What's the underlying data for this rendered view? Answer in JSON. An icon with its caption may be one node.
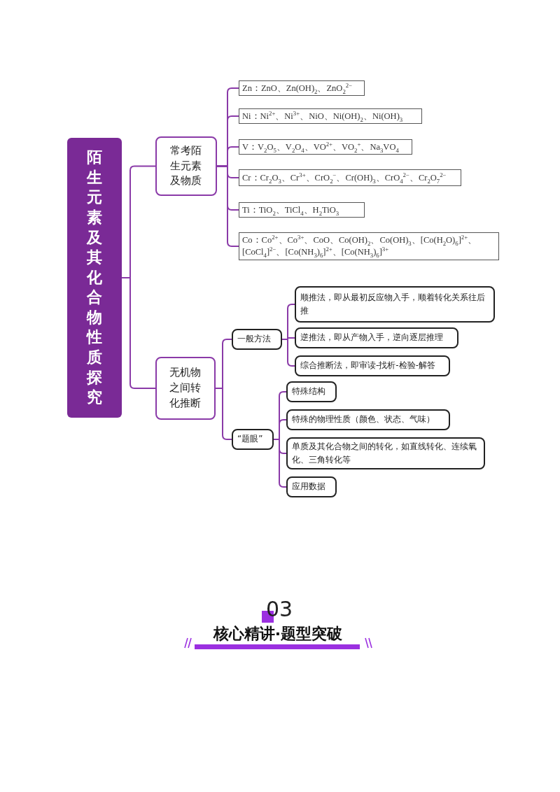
{
  "diagram": {
    "nodes": [
      {
        "text": [
          "陌生元素及其化合物性质探究"
        ]
      },
      {
        "text": [
          "常考陌生元素及物质"
        ]
      },
      {
        "text": [
          "Zn：ZnO、Zn(OH)$_{2}$、ZnO$_{2}$$^{2−}$"
        ]
      },
      {
        "text": [
          "Ni：Ni$^{2+}$、Ni$^{3+}$、NiO、Ni(OH)$_{2}$、Ni(OH)$_{3}$"
        ]
      },
      {
        "text": [
          "V：V$_{2}$O$_{5}$、V$_{2}$O$_{4}$、VO$^{2+}$、VO$_{2}$$^{+}$、Na$_{3}$VO$_{4}$"
        ]
      },
      {
        "text": [
          "Cr：Cr$_{2}$O$_{3}$、Cr$^{3+}$、CrO$_{2}$$^{−}$、Cr(OH)$_{3}$、CrO$_{4}$$^{2−}$、Cr$_{2}$O$_{7}$$^{2−}$"
        ]
      },
      {
        "text": [
          "Ti：TiO$_{2}$、TiCl$_{4}$、H$_{2}$TiO$_{3}$"
        ]
      },
      {
        "text": [
          "Co：Co$^{2+}$、Co$^{3+}$、CoO、Co(OH)$_{2}$、Co(OH)$_{3}$、[Co(H$_{2}$O)$_{6}$]$^{2+}$、[CoCl$_{4}$]$^{2−}$、[Co(NH$_{3}$)$_{6}$]$^{2+}$、[Co(NH$_{3}$)$_{6}$]$^{3+}$"
        ]
      },
      {
        "text": [
          "无机物之间转化推断"
        ]
      },
      {
        "text": [
          "一般方法"
        ]
      },
      {
        "text": [
          "顺推法，即从最初反应物入手，顺着转化关系往后推"
        ]
      },
      {
        "text": [
          "逆推法，即从产物入手，逆向逐层推理"
        ]
      },
      {
        "text": [
          "综合推断法，即审读-找析-检验-解答"
        ]
      },
      {
        "text": [
          "“题眼”"
        ]
      },
      {
        "text": [
          "特殊结构"
        ]
      },
      {
        "text": [
          "特殊的物理性质（颜色、状态、气味）"
        ]
      },
      {
        "text": [
          "单质及其化合物之间的转化，如直线转化、连续氧化、三角转化等"
        ]
      },
      {
        "text": [
          "应用数据"
        ]
      }
    ],
    "edges": [
      {
        "from": 0,
        "to": 1,
        "arrow": "none"
      },
      {
        "from": 0,
        "to": 8,
        "arrow": "none"
      },
      {
        "from": 1,
        "to": 2,
        "arrow": "none"
      },
      {
        "from": 1,
        "to": 3,
        "arrow": "none"
      },
      {
        "from": 1,
        "to": 4,
        "arrow": "none"
      },
      {
        "from": 1,
        "to": 5,
        "arrow": "none"
      },
      {
        "from": 1,
        "to": 6,
        "arrow": "none"
      },
      {
        "from": 1,
        "to": 7,
        "arrow": "none"
      },
      {
        "from": 8,
        "to": 9,
        "arrow": "none"
      },
      {
        "from": 8,
        "to": 13,
        "arrow": "none"
      },
      {
        "from": 9,
        "to": 10,
        "arrow": "none"
      },
      {
        "from": 9,
        "to": 11,
        "arrow": "none"
      },
      {
        "from": 9,
        "to": 12,
        "arrow": "none"
      },
      {
        "from": 13,
        "to": 14,
        "arrow": "none"
      },
      {
        "from": 13,
        "to": 15,
        "arrow": "none"
      },
      {
        "from": 13,
        "to": 16,
        "arrow": "none"
      },
      {
        "from": 13,
        "to": 17,
        "arrow": "none"
      }
    ],
    "labels": [
      "03",
      "核心精讲·题型突破"
    ]
  }
}
